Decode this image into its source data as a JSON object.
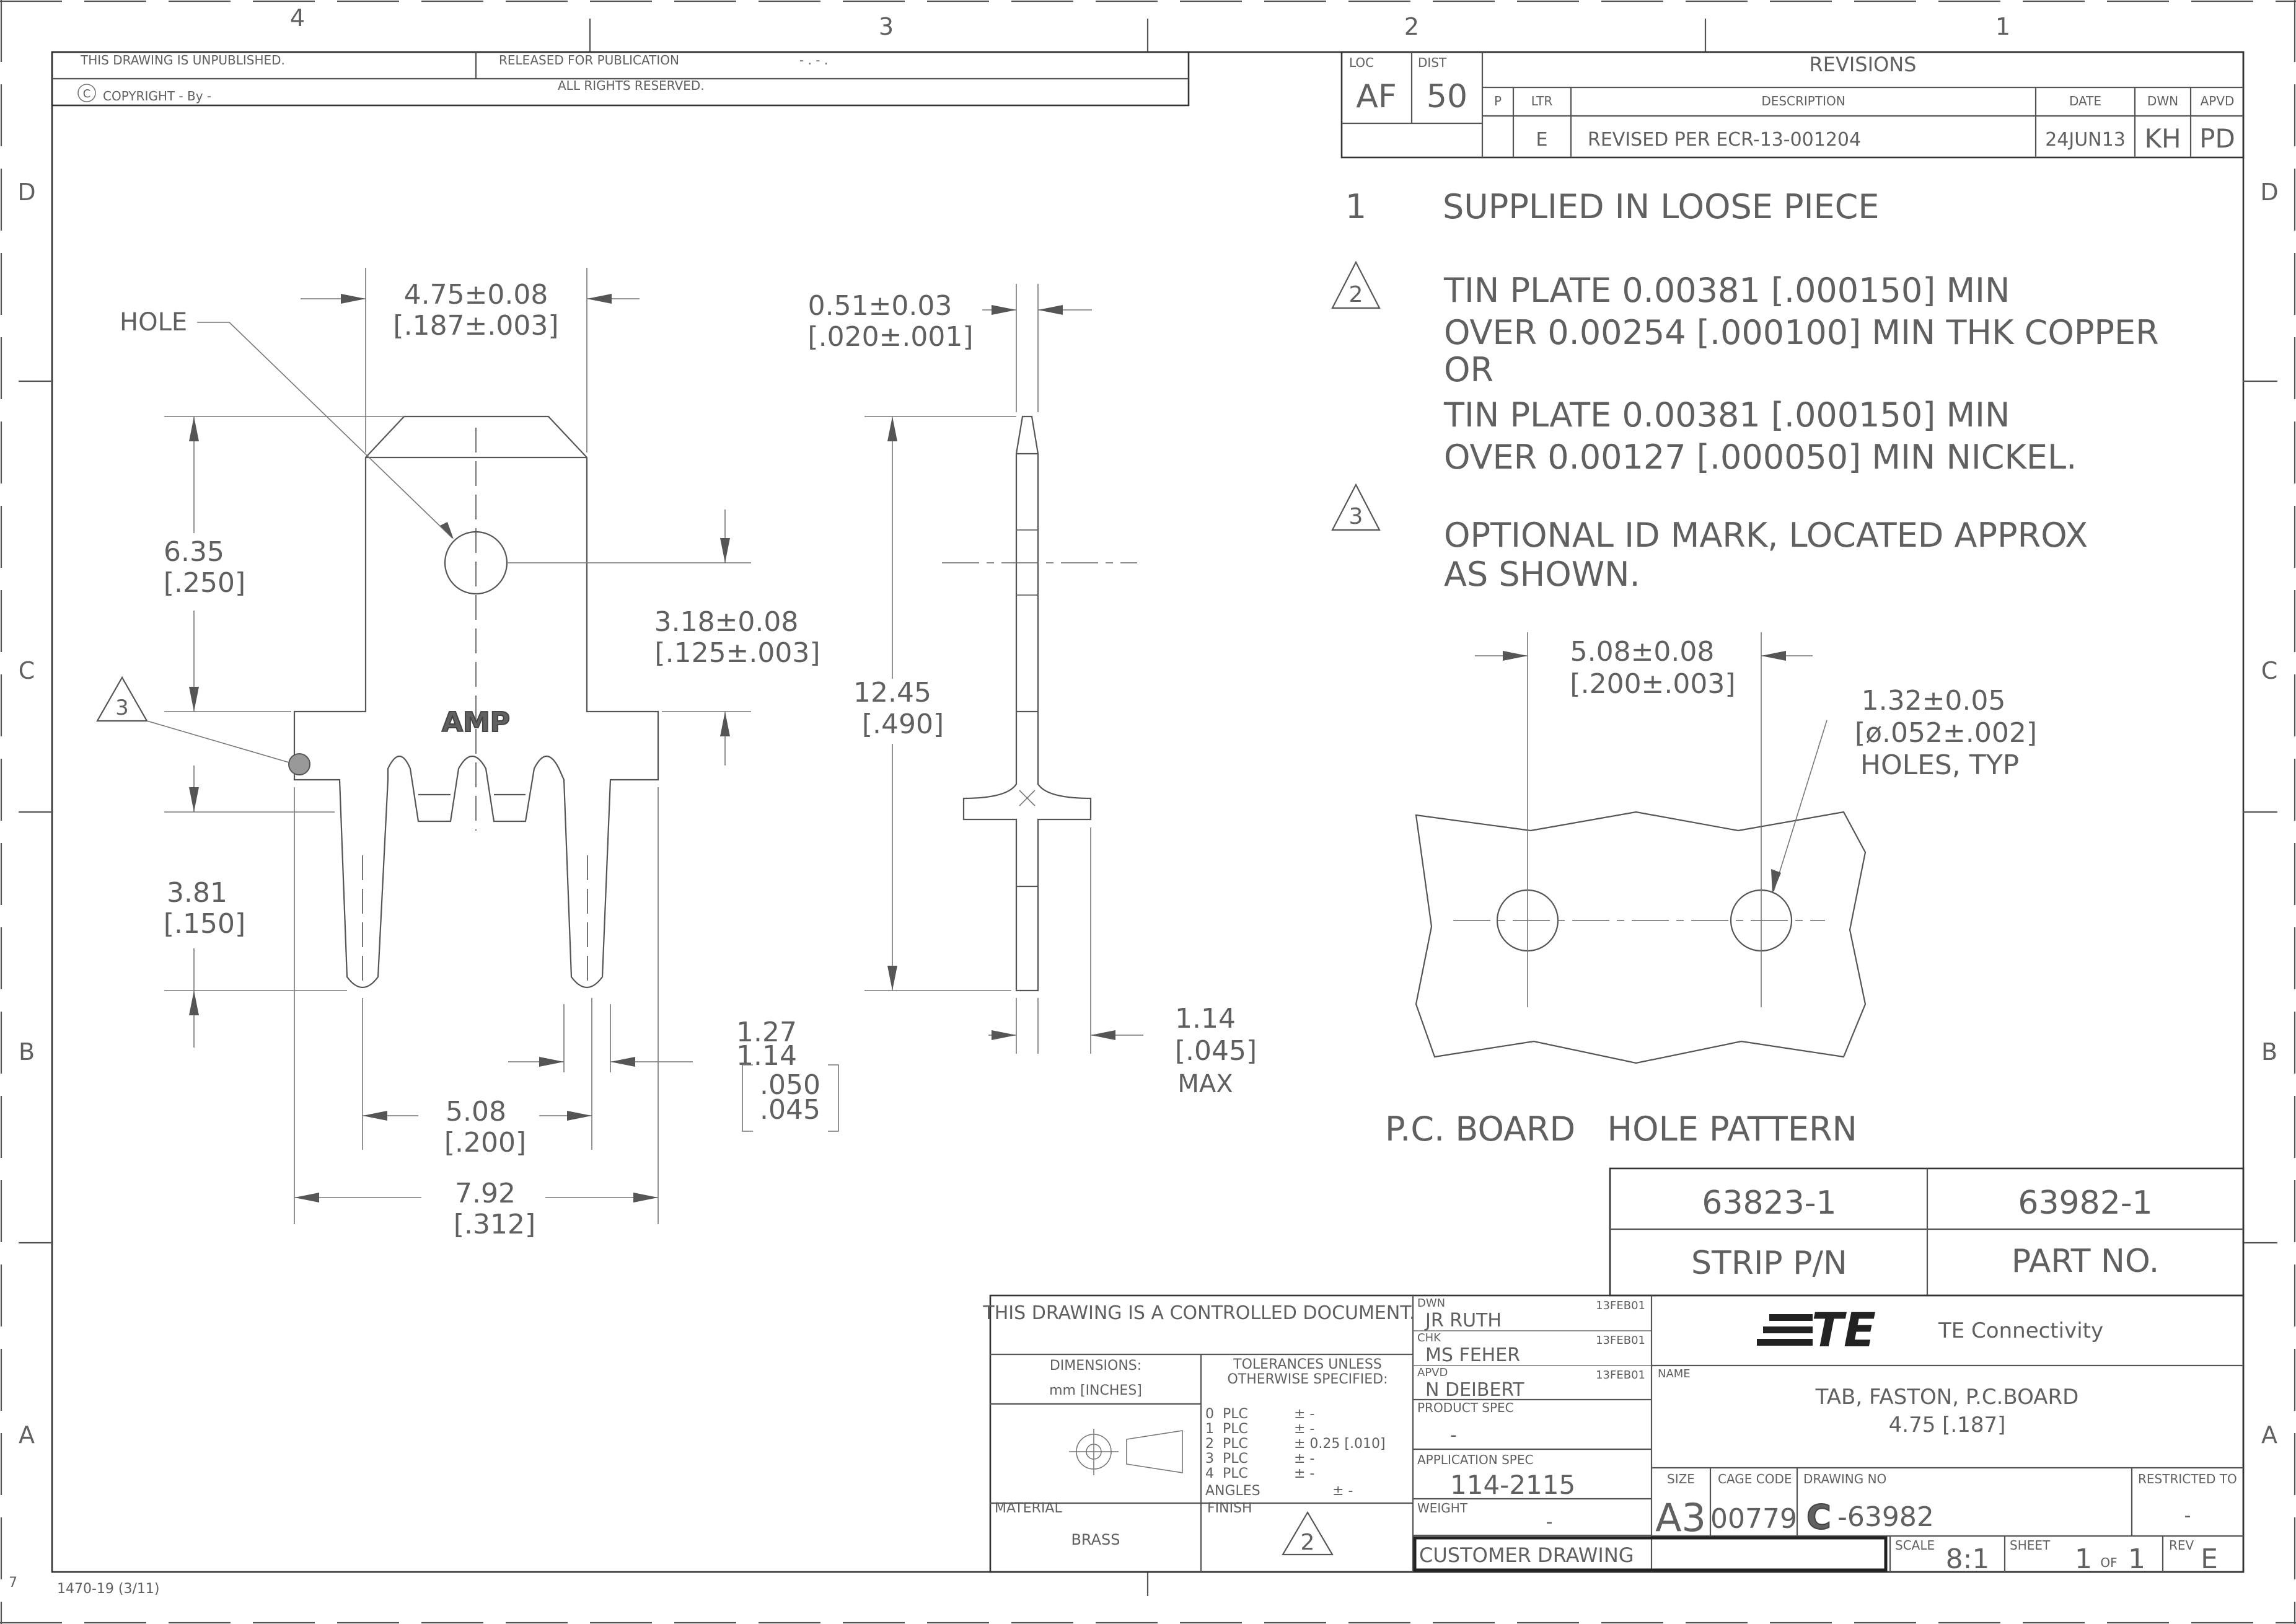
{
  "border": {
    "columns": [
      "4",
      "3",
      "2",
      "1"
    ],
    "rows": [
      "D",
      "C",
      "B",
      "A"
    ],
    "form_number": "1470-19 (3/11)",
    "corner_mark": "7"
  },
  "top_block": {
    "unpublished": "THIS DRAWING IS UNPUBLISHED.",
    "released": "RELEASED FOR PUBLICATION",
    "released_value": "- . -     .",
    "copyright_symbol": "C",
    "copyright": "COPYRIGHT  -     By  -",
    "rights": "ALL RIGHTS RESERVED."
  },
  "loc_dist": {
    "loc_label": "LOC",
    "loc": "AF",
    "dist_label": "DIST",
    "dist": "50"
  },
  "revisions": {
    "title": "REVISIONS",
    "headers": {
      "p": "P",
      "ltr": "LTR",
      "description": "DESCRIPTION",
      "date": "DATE",
      "dwn": "DWN",
      "apvd": "APVD"
    },
    "row": {
      "ltr": "E",
      "description": "REVISED PER ECR-13-001204",
      "date": "24JUN13",
      "dwn": "KH",
      "apvd": "PD"
    }
  },
  "notes": [
    {
      "num": "1",
      "lines": [
        "SUPPLIED IN LOOSE PIECE"
      ]
    },
    {
      "num": "2",
      "lines": [
        "TIN PLATE 0.00381 [.000150] MIN",
        "OVER 0.00254 [.000100] MIN THK COPPER",
        "OR",
        "TIN PLATE 0.00381 [.000150] MIN",
        "OVER 0.00127 [.000050] MIN NICKEL."
      ]
    },
    {
      "num": "3",
      "lines": [
        "OPTIONAL ID MARK, LOCATED APPROX",
        "AS SHOWN."
      ]
    }
  ],
  "front_view": {
    "hole_label": "HOLE",
    "marking": "AMP",
    "id_mark_flag": "3",
    "dim_top_width": [
      "4.75±0.08",
      "[.187±.003]"
    ],
    "dim_tab_height": [
      "6.35",
      "[.250]"
    ],
    "dim_shoulder": [
      "3.18±0.08",
      "[.125±.003]"
    ],
    "dim_leg_length": [
      "3.81",
      "[.150]"
    ],
    "dim_leg_width": [
      "1.27",
      "1.14",
      ".050",
      ".045"
    ],
    "dim_leg_spacing": [
      "5.08",
      "[.200]"
    ],
    "dim_overall_width": [
      "7.92",
      "[.312]"
    ]
  },
  "side_view": {
    "dim_thickness": [
      "0.51±0.03",
      "[.020±.001]"
    ],
    "dim_height": [
      "12.45",
      "[.490]"
    ],
    "dim_max": [
      "1.14",
      "[.045]",
      "MAX"
    ]
  },
  "hole_pattern": {
    "title": "P.C. BOARD   HOLE PATTERN",
    "dim_spacing": [
      "5.08±0.08",
      "[.200±.003]"
    ],
    "dim_hole": [
      "1.32±0.05",
      "[ø.052±.002]",
      "HOLES, TYP"
    ]
  },
  "part_table": {
    "strip_pn": "63823-1",
    "part_no": "63982-1",
    "strip_label": "STRIP P/N",
    "part_label": "PART NO."
  },
  "title_block": {
    "controlled": "THIS DRAWING IS A CONTROLLED DOCUMENT.",
    "dimensions_label": "DIMENSIONS:",
    "dimensions_units": "mm [INCHES]",
    "tolerances_header": [
      "TOLERANCES UNLESS",
      "OTHERWISE SPECIFIED:"
    ],
    "tolerances": [
      {
        "plc": "0  PLC",
        "value": "± -"
      },
      {
        "plc": "1  PLC",
        "value": "± -"
      },
      {
        "plc": "2  PLC",
        "value": "± 0.25 [.010]"
      },
      {
        "plc": "3  PLC",
        "value": "± -"
      },
      {
        "plc": "4  PLC",
        "value": "± -"
      }
    ],
    "angles_label": "ANGLES",
    "angles_value": "± -",
    "material_label": "MATERIAL",
    "material": "BRASS",
    "finish_label": "FINISH",
    "finish_flag": "2",
    "dwn_label": "DWN",
    "dwn": "JR RUTH",
    "dwn_date": "13FEB01",
    "chk_label": "CHK",
    "chk": "MS FEHER",
    "chk_date": "13FEB01",
    "apvd_label": "APVD",
    "apvd": "N DEIBERT",
    "apvd_date": "13FEB01",
    "product_spec_label": "PRODUCT SPEC",
    "product_spec": "-",
    "application_spec_label": "APPLICATION SPEC",
    "application_spec": "114-2115",
    "weight_label": "WEIGHT",
    "weight": "-",
    "customer_drawing": "CUSTOMER DRAWING",
    "company_logo": "TE",
    "company": "TE Connectivity",
    "name_label": "NAME",
    "name_lines": [
      "TAB, FASTON, P.C.BOARD",
      "4.75 [.187]"
    ],
    "size_label": "SIZE",
    "size": "A3",
    "cage_label": "CAGE CODE",
    "cage": "00779",
    "dwg_label": "DRAWING NO",
    "dwg_prefix": "C",
    "dwg": "-63982",
    "restricted_label": "RESTRICTED TO",
    "restricted": "-",
    "scale_label": "SCALE",
    "scale": "8:1",
    "sheet_label": "SHEET",
    "sheet": "1",
    "sheet_of": "OF",
    "sheet_total": "1",
    "rev_label": "REV",
    "rev": "E"
  }
}
